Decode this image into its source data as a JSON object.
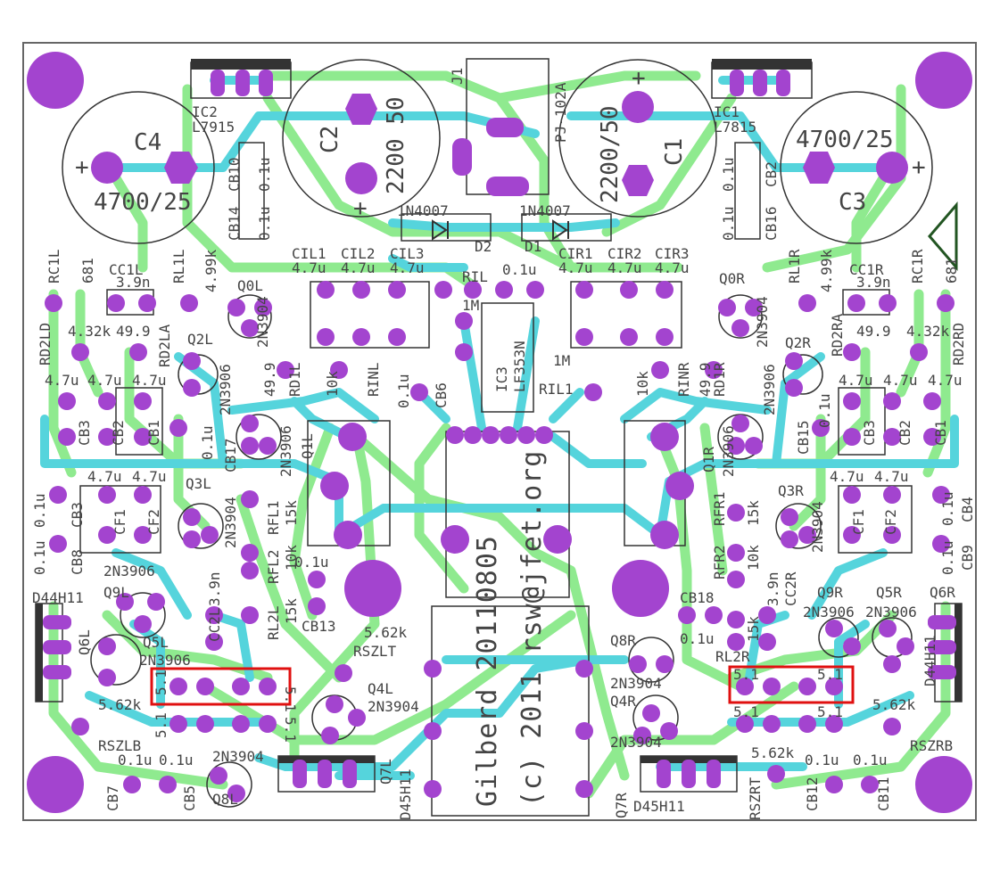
{
  "board": {
    "outline_color": "#666666",
    "top_layer_color": "#55d4dc",
    "bottom_layer_color": "#8fea8f",
    "pad_color": "#a344cf",
    "highlight_color": "#e01010",
    "title_date": "Gilberd 20110805",
    "copyright": "(c) 2011 rsw@jfet.org"
  },
  "labels": {
    "C4": "C4",
    "C4_val": "4700/25",
    "C3": "C3",
    "C3_val": "4700/25",
    "C2": "C2",
    "C2_val": "2200 50",
    "C1": "C1",
    "C1_val": "2200/50",
    "IC2": "IC2",
    "IC2_val": "L7915",
    "IC1": "IC1",
    "IC1_val": "L7815",
    "CB10": "CB10",
    "CB10_val": "0.1u",
    "CB14": "CB14",
    "CB14_val": "0.1u",
    "CB2": "CB2",
    "CB2_val": "0.1u",
    "CB16": "CB16",
    "CB16_val": "0.1u",
    "J1": "J1",
    "J1_val": "PJ-102A",
    "D1": "D1",
    "D1_val": "1N4007",
    "D2": "D2",
    "D2_val": "1N4007",
    "CIL1": "CIL1",
    "CIL2": "CIL2",
    "CIL3": "CIL3",
    "CIR1": "CIR1",
    "CIR2": "CIR2",
    "CIR3": "CIR3",
    "v47": "4.7u",
    "RIL": "RIL",
    "RIL_val": "1M",
    "RIL1": "RIL1",
    "RIL1_val": "1M",
    "cap01": "0.1u",
    "IC3": "IC3",
    "IC3_val": "LF353N",
    "CB6": "CB6",
    "RC1L": "RC1L",
    "RC1L_val": "681",
    "CC1L": "CC1L",
    "CC1L_val": "3.9n",
    "RL1L": "RL1L",
    "RL1L_val": "4.99k",
    "Q0L": "Q0L",
    "Q0L_val": "2N3904",
    "RD2LD": "RD2LD",
    "RD2LD_val": "4.32k",
    "RD2LA": "RD2LA",
    "RD2LA_val": "49.9",
    "Q2L": "Q2L",
    "Q2L_val": "2N3906",
    "RC1R": "RC1R",
    "RC1R_val": "681",
    "CC1R": "CC1R",
    "CC1R_val": "3.9n",
    "RL1R": "RL1R",
    "RL1R_val": "4.99k",
    "Q0R": "Q0R",
    "Q0R_val": "2N3904",
    "RD2RA": "RD2RA",
    "RD2RA_val": "49.9",
    "RD2RD": "RD2RD",
    "RD2RD_val": "4.32k",
    "Q2R": "Q2R",
    "Q2R_val": "2N3906",
    "RD1L": "RD1L",
    "RD1L_val": "49.9",
    "RINL": "RINL",
    "RINL_val": "10k",
    "RD1R": "RD1R",
    "RD1R_val": "49.9",
    "RINR": "RINR",
    "RINR_val": "10k",
    "CB3L": "CB3",
    "CB2L": "CB2",
    "CB1L": "CB1",
    "CB1R": "CB1",
    "CB2R": "CB2",
    "CB3R": "CB3",
    "Q1L": "Q1L",
    "Q1L_val": "2N3906",
    "CB17": "CB17",
    "CB17_val": "0.1u",
    "Q1R": "Q1R",
    "Q1R_val": "2N3906",
    "CB15": "CB15",
    "CB15_val": "0.1u",
    "CB3": "CB3",
    "CB8": "CB8",
    "CF1": "CF1",
    "CF2": "CF2",
    "CB4": "CB4",
    "CB9": "CB9",
    "Q3L": "Q3L",
    "Q3L_val": "2N3904",
    "RFL1": "RFL1",
    "RFL1_val": "15k",
    "RFL2": "RFL2",
    "RFL2_val": "10k",
    "Q3R": "Q3R",
    "Q3R_val": "2N3904",
    "RFR1": "RFR1",
    "RFR1_val": "15k",
    "RFR2": "RFR2",
    "RFR2_val": "10k",
    "CC2L": "CC2L",
    "CC2L_val": "3.9n",
    "CC2R": "CC2R",
    "CC2R_val": "3.9n",
    "RL2L": "RL2L",
    "RL2L_val": "15k",
    "RL2R": "RL2R",
    "RL2R_val": "15k",
    "CB13": "CB13",
    "CB18": "CB18",
    "Q9L": "Q9L",
    "Q9L_val": "2N3906",
    "Q5L": "Q5L",
    "Q5L_val": "2N3906",
    "Q6L": "Q6L",
    "Q6L_val": "D44H11",
    "Q9R": "Q9R",
    "Q9R_val": "2N3906",
    "Q5R": "Q5R",
    "Q5R_val": "2N3906",
    "Q6R": "Q6R",
    "Q6R_val": "D44H11",
    "RSZLT": "RSZLT",
    "RSZLT_val": "5.62k",
    "Q4L": "Q4L",
    "Q4L_val": "2N3904",
    "Q8R": "Q8R",
    "Q8R_val": "2N3904",
    "Q4R": "Q4R",
    "Q4R_val": "2N3904",
    "RSZLB": "RSZLB",
    "RSZLB_val": "5.62k",
    "RSZRB": "RSZRB",
    "RSZRB_val": "5.62k",
    "RSZRT": "RSZRT",
    "RSZRT_val": "5.62k",
    "r51": "5.1",
    "CB7": "CB7",
    "CB5": "CB5",
    "CB12": "CB12",
    "CB11": "CB11",
    "Q8L": "Q8L",
    "Q8L_val": "2N3904",
    "Q7L": "Q7L",
    "Q7L_val": "D45H11",
    "Q7R": "Q7R",
    "Q7R_val": "D45H11"
  }
}
